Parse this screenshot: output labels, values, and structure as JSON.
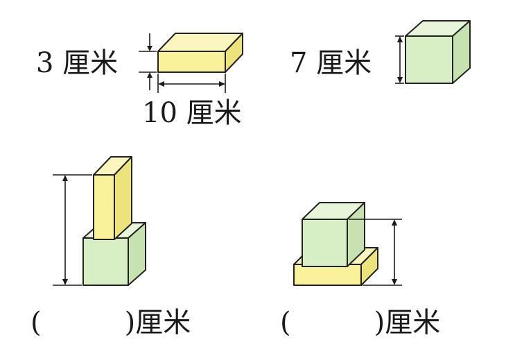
{
  "figures": {
    "slab": {
      "height_label": "3 厘米",
      "length_label": "10 厘米"
    },
    "cube": {
      "edge_label": "7 厘米"
    },
    "stack_tall": {
      "answer_label": "(　　　)厘米"
    },
    "stack_flat": {
      "answer_label": "(　　　)厘米"
    }
  },
  "colors": {
    "yellow_front": "#faf29a",
    "yellow_top": "#fbf6be",
    "yellow_side": "#ece37a",
    "green_front": "#d8eec5",
    "green_top": "#e7f5d9",
    "green_side": "#c6e2b0"
  }
}
